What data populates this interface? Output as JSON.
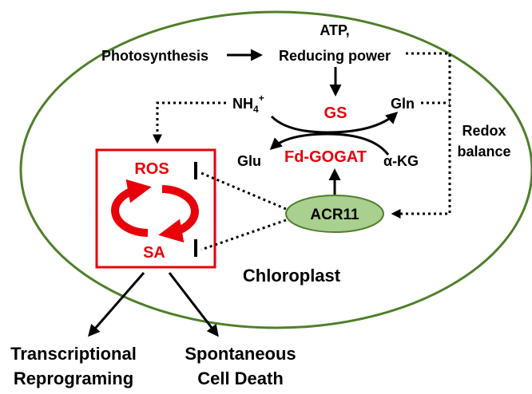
{
  "photosynthesis": "Photosynthesis",
  "atp_line1": "ATP,",
  "atp_line2": "Reducing power",
  "nh4_base": "NH",
  "nh4_sub": "4",
  "nh4_sup": "+",
  "gs": "GS",
  "gln": "Gln",
  "glu": "Glu",
  "fd_gogat": "Fd-GOGAT",
  "akg": "α-KG",
  "redox_line1": "Redox",
  "redox_line2": "balance",
  "ros": "ROS",
  "sa": "SA",
  "acr11": "ACR11",
  "chloroplast": "Chloroplast",
  "transcriptional_line1": "Transcriptional",
  "transcriptional_line2": "Reprograming",
  "spontaneous_line1": "Spontaneous",
  "spontaneous_line2": "Cell Death",
  "colors": {
    "ellipse_stroke": "#4f7f2a",
    "red": "#e8000b",
    "acr11_fill": "#a9d08e",
    "acr11_stroke": "#4f7f2a",
    "text": "#000000"
  }
}
